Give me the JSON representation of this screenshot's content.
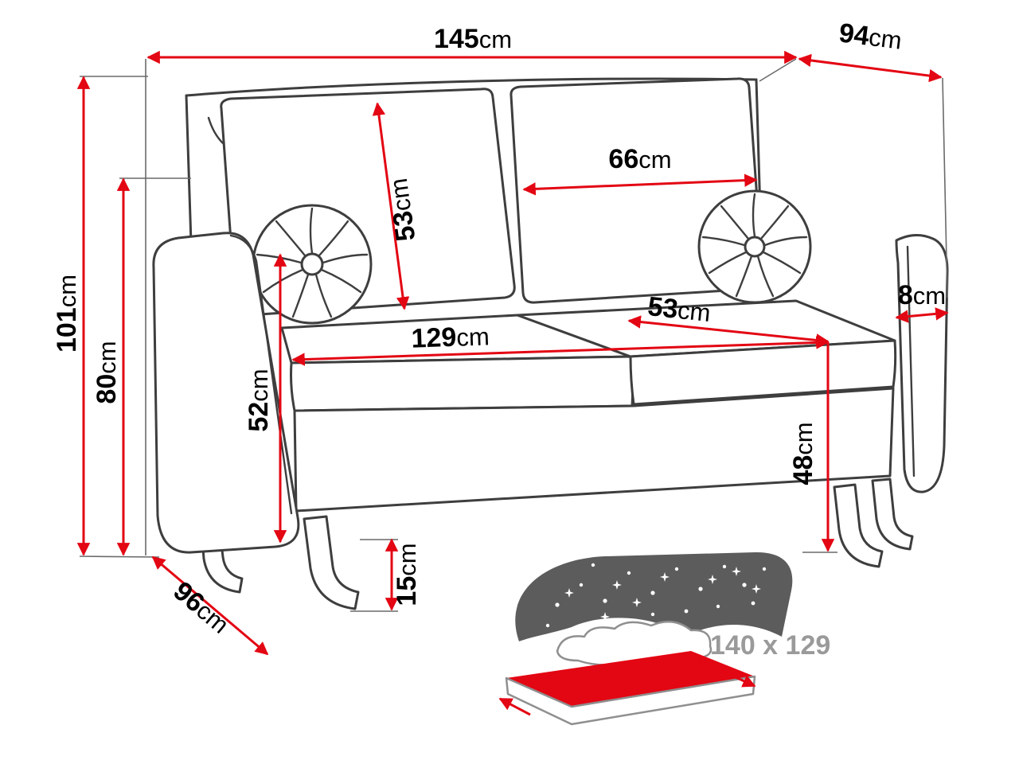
{
  "diagram": {
    "type": "sofa-dimension-diagram",
    "dimensions": {
      "width": {
        "value": "145",
        "unit": "cm"
      },
      "depth_top": {
        "value": "94",
        "unit": "cm"
      },
      "back_cushion_width": {
        "value": "66",
        "unit": "cm"
      },
      "back_cushion_height": {
        "value": "53",
        "unit": "cm"
      },
      "total_height": {
        "value": "101",
        "unit": "cm"
      },
      "backrest_height": {
        "value": "80",
        "unit": "cm"
      },
      "armrest_height": {
        "value": "52",
        "unit": "cm"
      },
      "seat_width": {
        "value": "129",
        "unit": "cm"
      },
      "seat_depth": {
        "value": "53",
        "unit": "cm"
      },
      "armrest_width": {
        "value": "8",
        "unit": "cm"
      },
      "seat_height": {
        "value": "48",
        "unit": "cm"
      },
      "leg_height": {
        "value": "15",
        "unit": "cm"
      },
      "depth_bottom": {
        "value": "96",
        "unit": "cm"
      }
    },
    "sleeping_area": {
      "label": "140 x 129"
    }
  },
  "colors": {
    "dimension_red": "#e30613",
    "outline_gray": "#3e3e3e",
    "construction_gray": "#6a6a6a",
    "canopy_gray": "#5c5c5c",
    "bed_label_gray": "#9a9a9a"
  }
}
